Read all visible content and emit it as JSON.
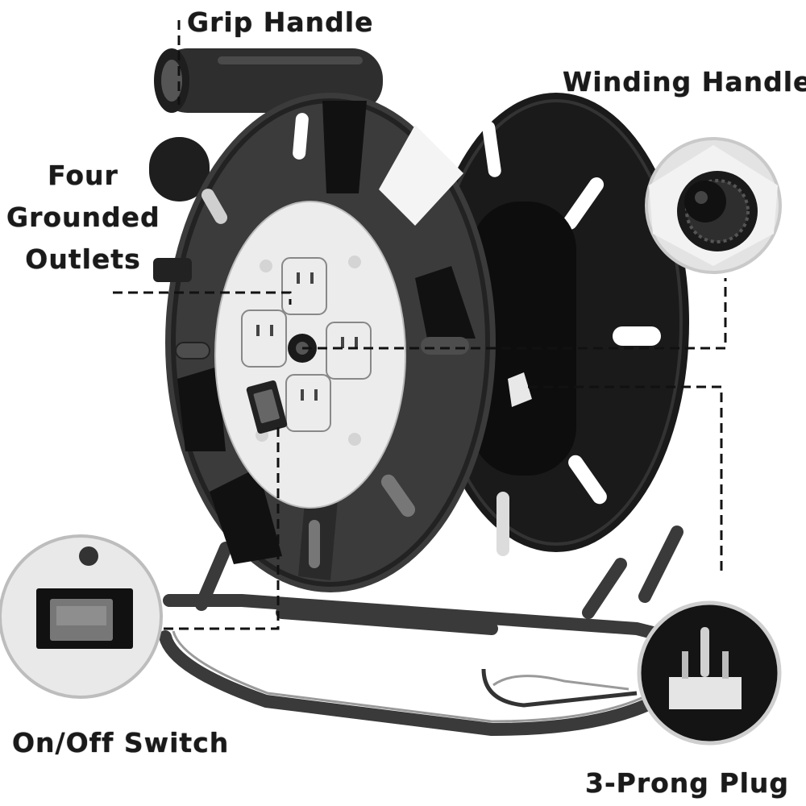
{
  "labels": {
    "grip_handle": "Grip Handle",
    "winding_handle": "Winding Handle",
    "outlets_line1": "Four",
    "outlets_line2": "Grounded",
    "outlets_line3": "Outlets",
    "switch": "On/Off Switch",
    "plug": "3-Prong Plug"
  },
  "colors": {
    "reel_dark": "#2b2b2b",
    "reel_black": "#111111",
    "faceplate": "#ededed",
    "frame": "#3a3a3a",
    "callout_line": "#111111",
    "label_text": "#1a1a1a"
  },
  "icons": {
    "reel": "cord-reel-illustration",
    "switch_detail": "rocker-switch-zoom",
    "winding_detail": "winding-knob-zoom",
    "plug_detail": "three-prong-plug-zoom"
  }
}
